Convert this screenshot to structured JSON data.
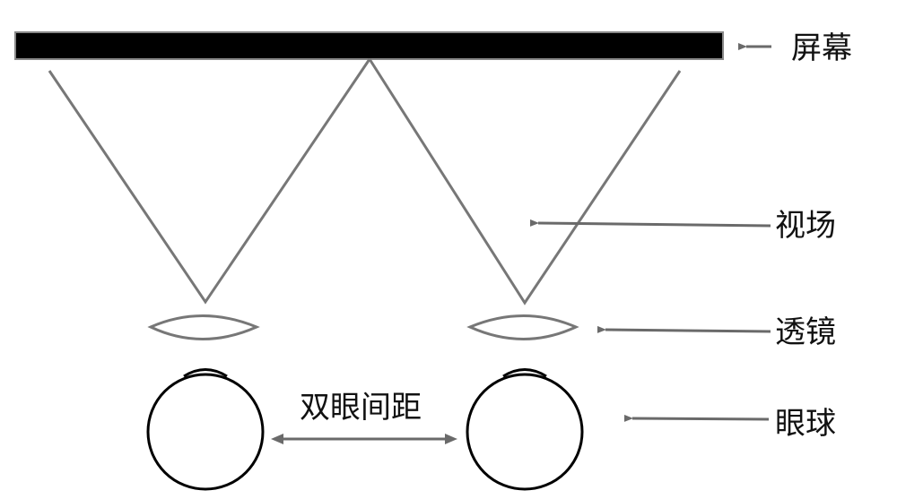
{
  "labels": {
    "screen": "屏幕",
    "field_of_view": "视场",
    "lens": "透镜",
    "eyeball": "眼球",
    "interpupillary_distance": "双眼间距"
  },
  "colors": {
    "screen": "#000000",
    "line": "#777777",
    "arrow": "#6a6a6a",
    "eye": "#000000",
    "text": "#111111"
  }
}
